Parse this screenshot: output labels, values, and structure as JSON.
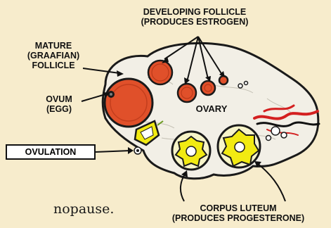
{
  "labels": {
    "developing_follicle": [
      "DEVELOPING FOLLICLE",
      "(PRODUCES ESTROGEN)"
    ],
    "mature_follicle": [
      "MATURE",
      "(GRAAFIAN)",
      "FOLLICLE"
    ],
    "ovum": [
      "OVUM",
      "(EGG)"
    ],
    "ovary": "OVARY",
    "ovulation": "OVULATION",
    "corpus_luteum": [
      "CORPUS LUTEUM",
      "(PRODUCES PROGESTERONE)"
    ]
  },
  "background_text": "nopause.",
  "colors": {
    "background": "#f7eccc",
    "ovary_tissue": "#f2efe6",
    "follicle_red": "#e0502a",
    "corpus_yellow": "#f2ea12",
    "vessel_red": "#d42020"
  }
}
